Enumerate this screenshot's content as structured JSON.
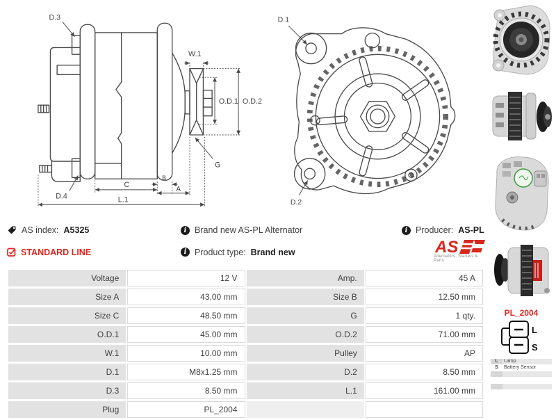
{
  "header": {
    "as_index_label": "AS index:",
    "as_index_value": "A5325",
    "standard_line_label": "STANDARD LINE",
    "description": "Brand new AS-PL Alternator",
    "product_type_label": "Product type:",
    "product_type_value": "Brand new",
    "producer_label": "Producer:",
    "producer_value": "AS-PL",
    "logo_text": "AS",
    "logo_tagline": "Alternators, Starters & Parts"
  },
  "diagrams": {
    "side_view": {
      "d3": "D.3",
      "w1": "W.1",
      "od1": "O.D.1",
      "od2": "O.D.2",
      "g": "G",
      "d4": "D.4",
      "c": "C",
      "b": "B",
      "a": "A",
      "l1": "L.1"
    },
    "front_view": {
      "d1": "D.1",
      "d2": "D.2"
    }
  },
  "spec_table": {
    "rows": [
      {
        "label1": "Voltage",
        "value1": "12 V",
        "label2": "Amp.",
        "value2": "45 A"
      },
      {
        "label1": "Size A",
        "value1": "43.00 mm",
        "label2": "Size B",
        "value2": "12.50 mm"
      },
      {
        "label1": "Size C",
        "value1": "48.50 mm",
        "label2": "G",
        "value2": "1 qty."
      },
      {
        "label1": "O.D.1",
        "value1": "45.00 mm",
        "label2": "O.D.2",
        "value2": "71.00 mm"
      },
      {
        "label1": "W.1",
        "value1": "10.00 mm",
        "label2": "Pulley",
        "value2": "AP"
      },
      {
        "label1": "D.1",
        "value1": "M8x1.25 mm",
        "label2": "D.2",
        "value2": "8.50 mm"
      },
      {
        "label1": "D.3",
        "value1": "8.50 mm",
        "label2": "L.1",
        "value2": "161.00 mm"
      },
      {
        "label1": "Plug",
        "value1": "PL_2004",
        "label2": "",
        "value2": ""
      }
    ]
  },
  "sidebar": {
    "plug_code": "PL_2004",
    "plug_pin_top": "L",
    "plug_pin_bottom": "S",
    "legend": [
      {
        "pin": "L",
        "desc": "Lamp"
      },
      {
        "pin": "S",
        "desc": "Battery Sensor"
      },
      {
        "pin": "",
        "desc": ""
      },
      {
        "pin": "",
        "desc": ""
      },
      {
        "pin": "",
        "desc": ""
      }
    ]
  },
  "colors": {
    "accent_red": "#e0261f",
    "table_label_bg": "#e2e2e2",
    "diagram_line": "#4a4a4a"
  }
}
